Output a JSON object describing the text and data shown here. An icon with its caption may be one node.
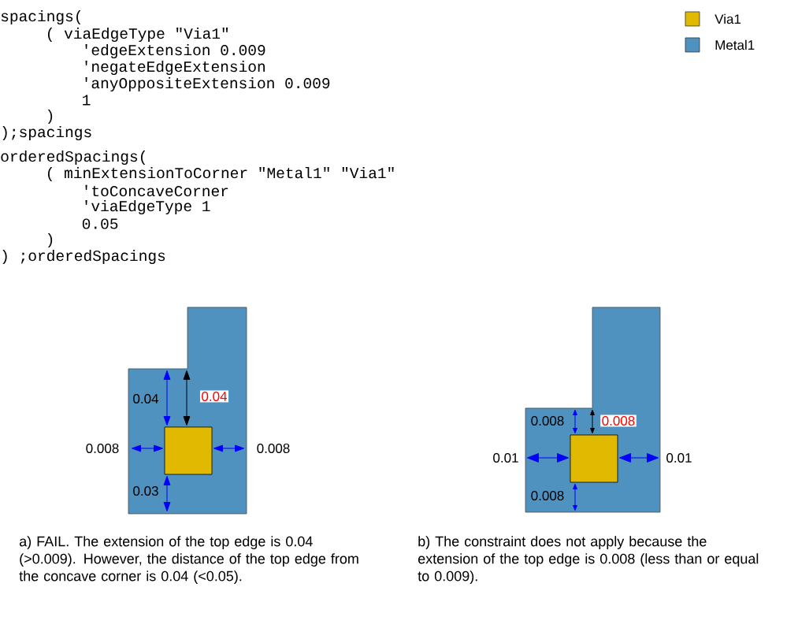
{
  "diagram": {
    "labels": [
      "spacings(",
      "( viaEdgeType \"Via1\"",
      "'edgeExtension 0.009",
      "'negateEdgeExtension",
      "'anyOppositeExtension 0.009",
      "1",
      ")",
      ");spacings",
      "orderedSpacings(",
      "( minExtensionToCorner \"Metal1\" \"Via1\"",
      "'toConcaveCorner",
      "'viaEdgeType 1",
      "0.05",
      ")",
      ") ;orderedSpacings",
      "0.04",
      "0.04",
      "0.008",
      "0.008",
      "0.03",
      "0.008",
      "0.008",
      "0.01",
      "0.01",
      "0.008",
      "a) FAIL. The extension of the top edge is 0.04 (>0.009). However, the distance of the top edge from the concave corner is 0.04 (<0.05).",
      "b) The constraint does not apply because the extension of the top edge is 0.008 (less than or equal to 0.009)."
    ],
    "legend": [
      {
        "text": "Via1",
        "color": "#e0b900"
      },
      {
        "text": "Metal1",
        "color": "#4f92c0"
      }
    ]
  }
}
